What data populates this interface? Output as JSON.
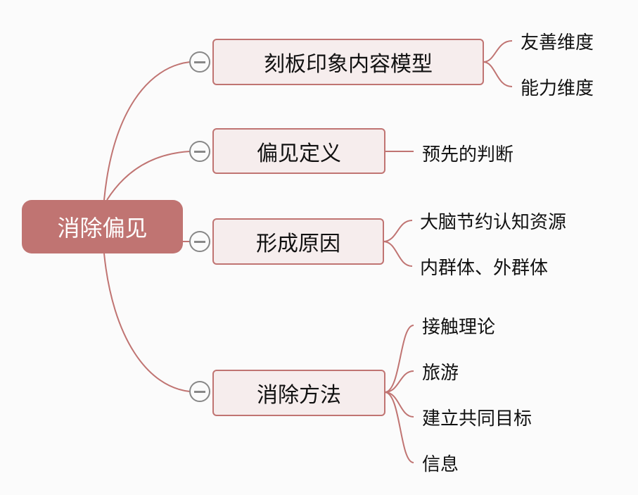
{
  "root": "消除偏见",
  "branches": [
    {
      "label": "刻板印象内容模型",
      "children": [
        "友善维度",
        "能力维度"
      ]
    },
    {
      "label": "偏见定义",
      "children": [
        "预先的判断"
      ]
    },
    {
      "label": "形成原因",
      "children": [
        "大脑节约认知资源",
        "内群体、外群体"
      ]
    },
    {
      "label": "消除方法",
      "children": [
        "接触理论",
        "旅游",
        "建立共同目标",
        "信息"
      ]
    }
  ],
  "colors": {
    "accent": "#c07472",
    "node_fill": "#f6eded",
    "toggle": "#888888"
  }
}
